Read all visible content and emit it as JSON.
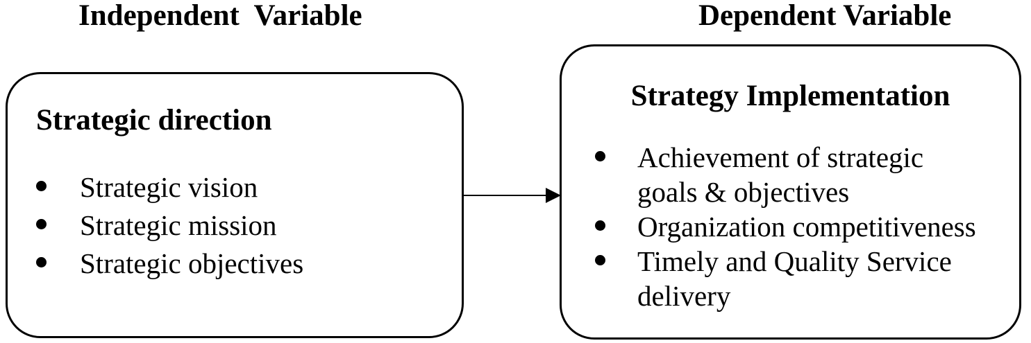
{
  "colors": {
    "line": "#000000",
    "text": "#000000",
    "background": "#ffffff"
  },
  "headings": {
    "independent": "Independent  Variable",
    "dependent": "Dependent Variable"
  },
  "left_box": {
    "title": "Strategic direction",
    "bullets": [
      "Strategic vision",
      "Strategic mission",
      "Strategic objectives"
    ]
  },
  "right_box": {
    "title": "Strategy Implementation",
    "bullets": [
      "Achievement of strategic\ngoals & objectives",
      "Organization competitiveness",
      "Timely and Quality Service\ndelivery"
    ]
  },
  "arrow": {
    "from": "Strategic direction",
    "to": "Strategy Implementation"
  }
}
